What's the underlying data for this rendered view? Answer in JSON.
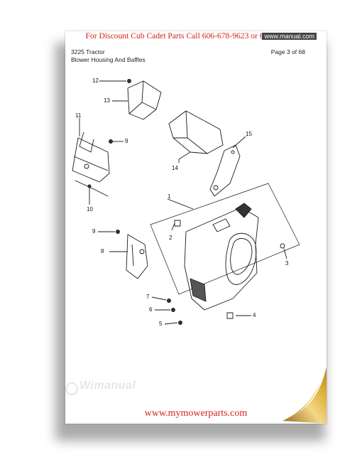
{
  "promo_top": "For  Discount Cub Cadet Parts Call 606-678-9623 or 606-561-4983",
  "watermark_badge": "www.manual.com",
  "header": {
    "model": "3225 Tractor",
    "section": "Blower Housing And Baffles",
    "page": "Page 3 of 68"
  },
  "callouts": [
    "12",
    "13",
    "11",
    "9",
    "15",
    "14",
    "10",
    "1",
    "9",
    "2",
    "8",
    "3",
    "7",
    "6",
    "4",
    "5"
  ],
  "watermark_logo": "Wimanual",
  "promo_bottom": "www.mymowerparts.com",
  "colors": {
    "promo_text": "#d2231a",
    "curl": "#d9a520"
  }
}
